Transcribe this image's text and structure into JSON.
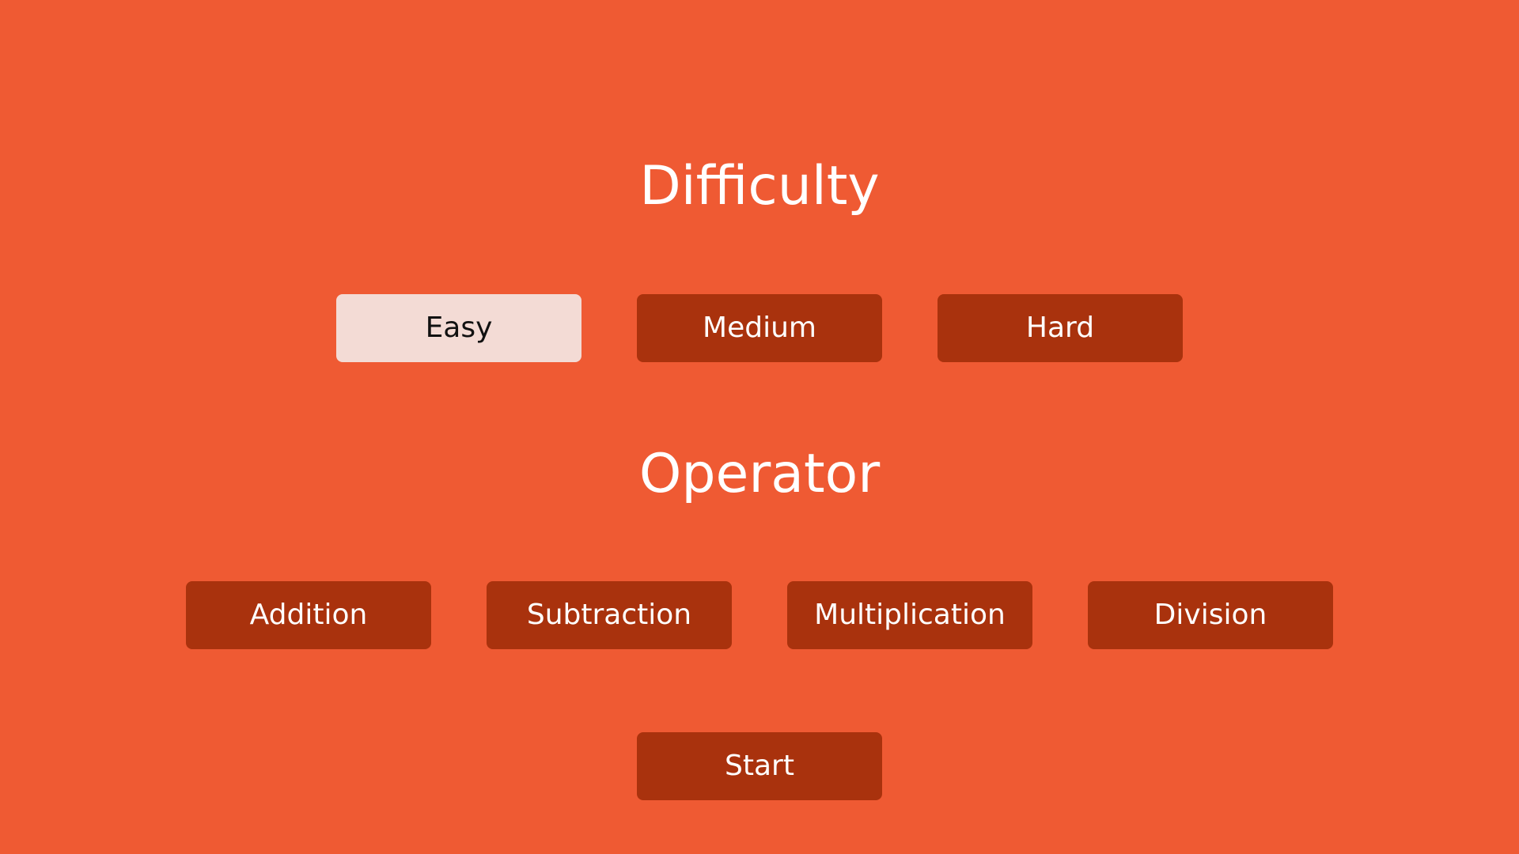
{
  "colors": {
    "background": "#EF5A33",
    "button": "#A9320D",
    "button_selected": "#F3DBD5",
    "text_light": "#FFFFFF",
    "text_dark": "#111111"
  },
  "difficulty": {
    "title": "Difficulty",
    "selected": "Easy",
    "options": [
      "Easy",
      "Medium",
      "Hard"
    ]
  },
  "operator": {
    "title": "Operator",
    "options": [
      "Addition",
      "Subtraction",
      "Multiplication",
      "Division"
    ]
  },
  "start": {
    "label": "Start"
  }
}
